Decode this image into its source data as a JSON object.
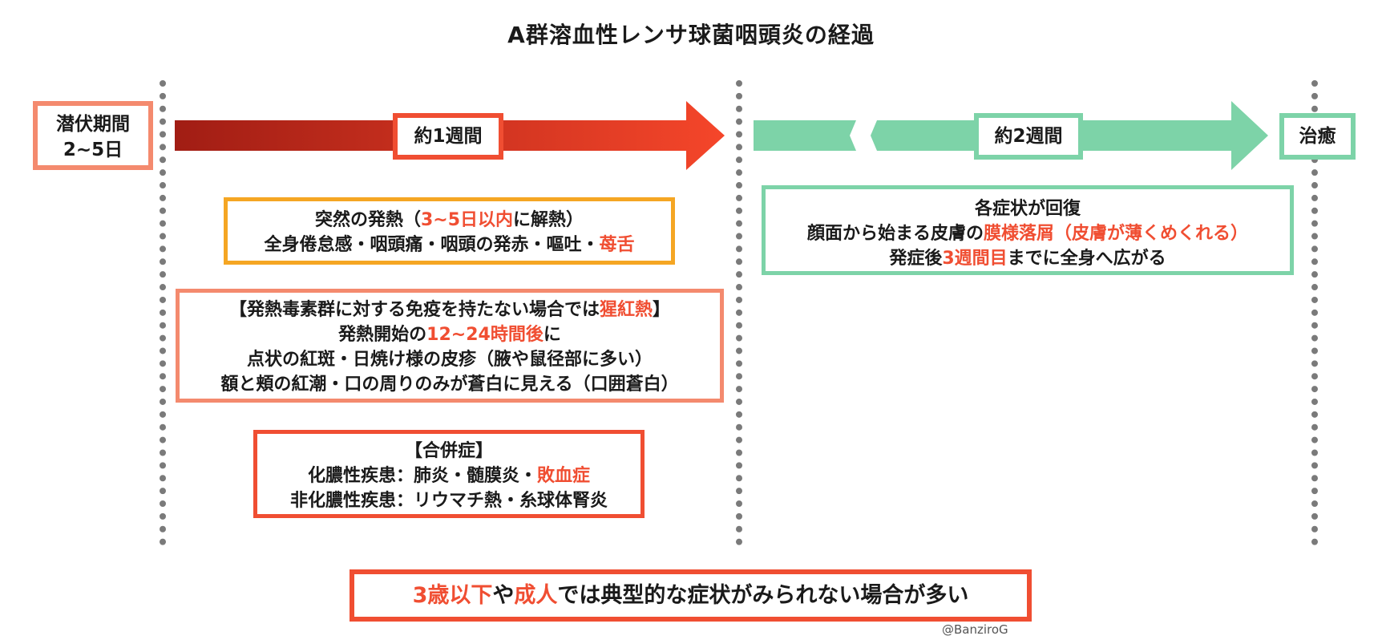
{
  "title": "A群溶血性レンサ球菌咽頭炎の経過",
  "colors": {
    "red_accent": "#f04e32",
    "salmon": "#f48a6e",
    "orange": "#f5a623",
    "green": "#7dd3a8",
    "dark_red": "#a11d14",
    "dotted_line": "#7a7a7a"
  },
  "incubation": {
    "line1": "潜伏期間",
    "line2": "2~5日"
  },
  "phase1_label": "約1週間",
  "phase2_label": "約2週間",
  "cure_label": "治癒",
  "symptoms_box": {
    "line1_a": "突然の発熱（",
    "line1_hl": "3~5日以内",
    "line1_b": "に解熱）",
    "line2_a": "全身倦怠感・咽頭痛・咽頭の発赤・嘔吐・",
    "line2_hl": "苺舌"
  },
  "scarlet_box": {
    "line1_a": "【発熱毒素群に対する免疫を持たない場合では",
    "line1_hl": "猩紅熱",
    "line1_b": "】",
    "line2_a": "発熱開始の",
    "line2_hl": "12~24時間後",
    "line2_b": "に",
    "line3": "点状の紅斑・日焼け様の皮疹（腋や鼠径部に多い）",
    "line4": "額と頬の紅潮・口の周りのみが蒼白に見える（口囲蒼白）"
  },
  "complications_box": {
    "line1": "【合併症】",
    "line2_a": "化膿性疾患：肺炎・髄膜炎・",
    "line2_hl": "敗血症",
    "line3": "非化膿性疾患：リウマチ熱・糸球体腎炎"
  },
  "recovery_box": {
    "line1": "各症状が回復",
    "line2_a": "顔面から始まる皮膚の",
    "line2_hl": "膜様落屑（皮膚が薄くめくれる）",
    "line3_a": "発症後",
    "line3_hl": "3週間目",
    "line3_b": "までに全身へ広がる"
  },
  "note_box": {
    "hl1": "3歳以下",
    "a": "や",
    "hl2": "成人",
    "b": "では典型的な症状がみられない場合が多い"
  },
  "credit": "@BanziroG"
}
